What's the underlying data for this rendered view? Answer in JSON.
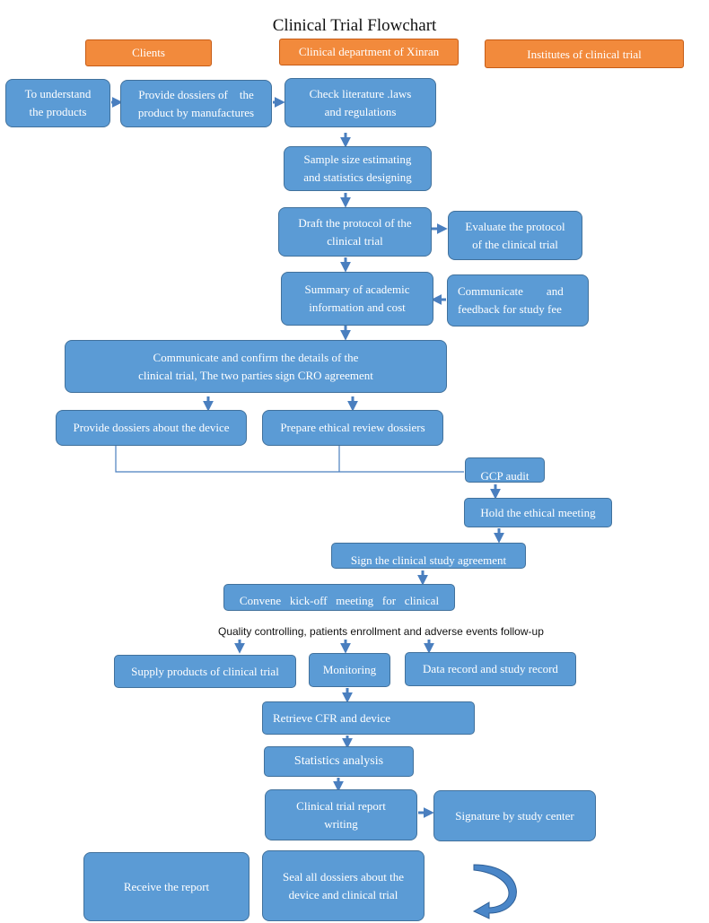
{
  "title": "Clinical Trial Flowchart",
  "headers": {
    "clients": "Clients",
    "dept": "Clinical department of Xinran",
    "institutes": "Institutes of clinical trial"
  },
  "boxes": {
    "understand": [
      "To understand",
      "the products"
    ],
    "provide_dossiers": [
      "Provide dossiers of    the",
      "product by manufactures"
    ],
    "check_literature": [
      "Check literature .laws",
      "and regulations"
    ],
    "sample_size": [
      "Sample size estimating",
      "and statistics designing"
    ],
    "draft_protocol": [
      "Draft the protocol of the",
      "clinical trial"
    ],
    "evaluate_protocol": [
      "Evaluate the protocol",
      "of the clinical trial"
    ],
    "summary": [
      "Summary of academic",
      "information and cost"
    ],
    "communicate_feedback": [
      "Communicate        and",
      "feedback for study fee"
    ],
    "confirm_details": [
      "Communicate and confirm the details of the",
      "clinical trial, The two parties sign CRO agreement"
    ],
    "provide_device": "Provide dossiers about the device",
    "prepare_ethical": "Prepare ethical review dossiers",
    "gcp_audit": "GCP audit",
    "ethical_meeting": "Hold the ethical meeting",
    "sign_agreement": "Sign the clinical study agreement",
    "kickoff": "Convene   kick-off   meeting   for   clinical",
    "supply_products": "Supply products of clinical trial",
    "monitoring": "Monitoring",
    "data_record": "Data record and study record",
    "retrieve_cfr": "Retrieve CFR and device",
    "statistics": "Statistics analysis",
    "report_writing": [
      "Clinical trial report",
      "writing"
    ],
    "signature": "Signature by study center",
    "receive_report": "Receive the report",
    "seal_dossiers": [
      "Seal all dossiers about the",
      "device and clinical trial"
    ]
  },
  "quality_label": "Quality controlling, patients enrollment and adverse events follow-up",
  "colors": {
    "box_fill": "#5b9bd5",
    "box_border": "#41719c",
    "header_fill": "#f28a3c",
    "arrow": "#4a7fbf"
  }
}
